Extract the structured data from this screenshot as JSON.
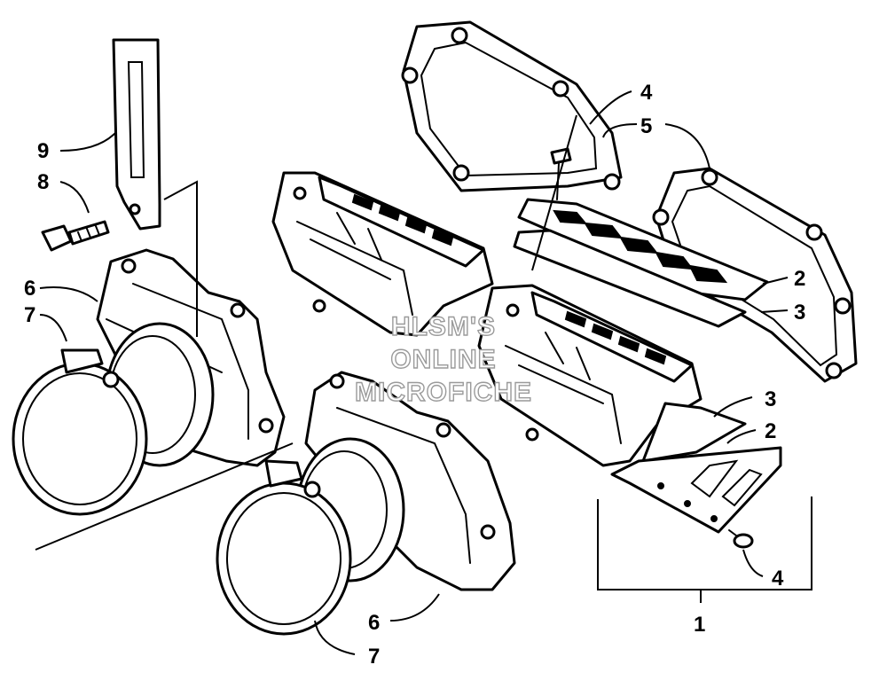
{
  "callouts": {
    "c1": "1",
    "c2a": "2",
    "c2b": "2",
    "c3a": "3",
    "c3b": "3",
    "c4a": "4",
    "c4b": "4",
    "c5": "5",
    "c6a": "6",
    "c6b": "6",
    "c7a": "7",
    "c7b": "7",
    "c8": "8",
    "c9": "9"
  },
  "watermark": {
    "line1": "HLSM'S",
    "line2": "ONLINE",
    "line3": "MICROFICHE"
  },
  "colors": {
    "line": "#000000",
    "background": "#ffffff",
    "watermark_outline": "#9a9a9a"
  }
}
